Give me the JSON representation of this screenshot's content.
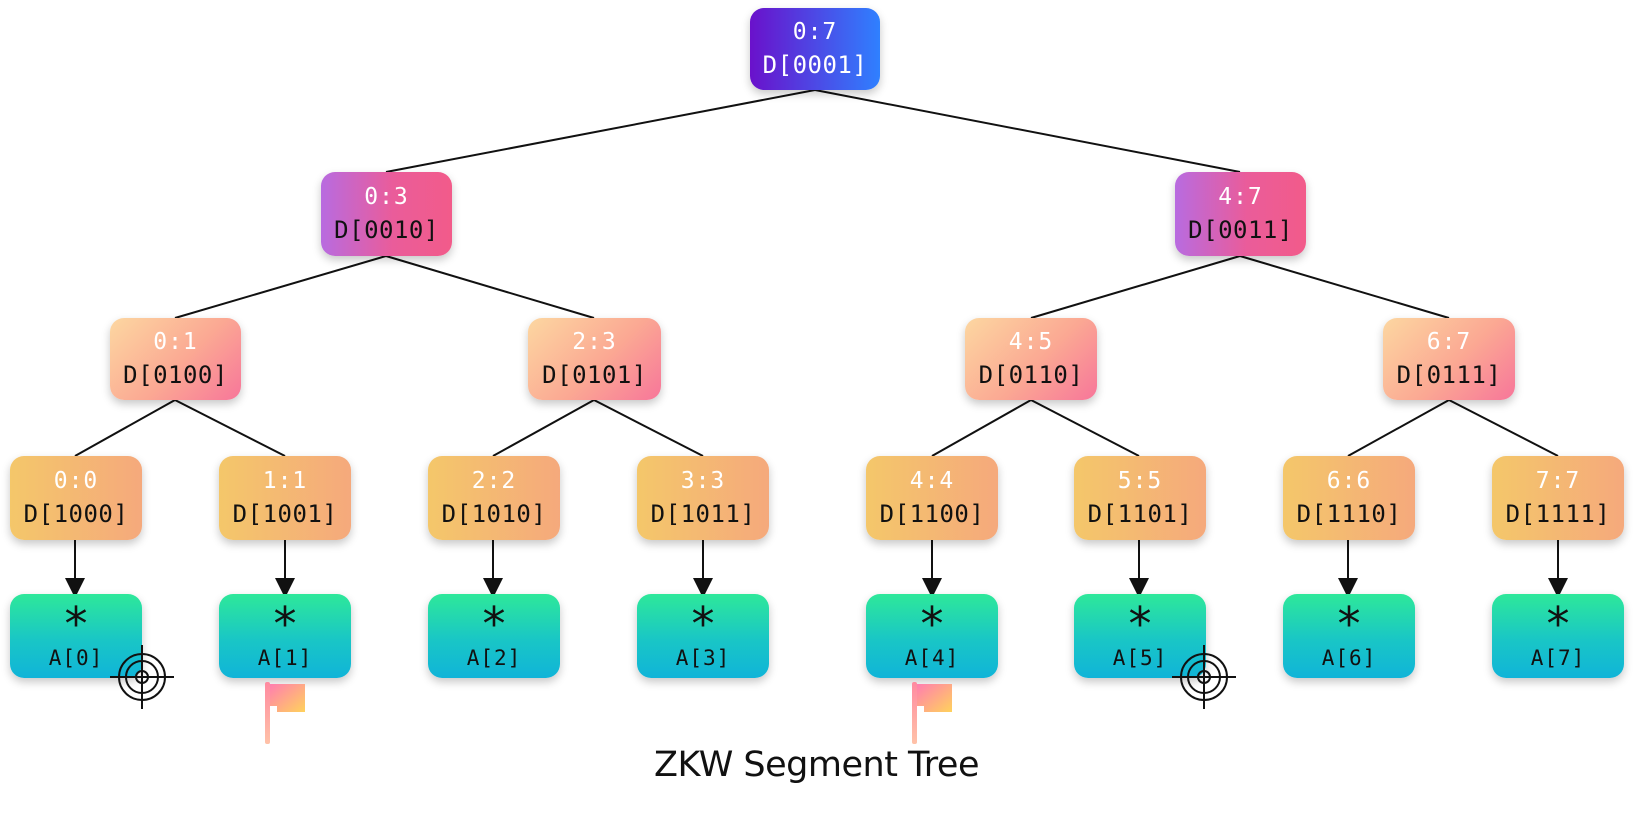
{
  "caption": "ZKW Segment Tree",
  "tree": {
    "root": {
      "range": "0:7",
      "d": "D[0001]"
    },
    "level1": [
      {
        "range": "0:3",
        "d": "D[0010]"
      },
      {
        "range": "4:7",
        "d": "D[0011]"
      }
    ],
    "level2": [
      {
        "range": "0:1",
        "d": "D[0100]"
      },
      {
        "range": "2:3",
        "d": "D[0101]"
      },
      {
        "range": "4:5",
        "d": "D[0110]"
      },
      {
        "range": "6:7",
        "d": "D[0111]"
      }
    ],
    "level3": [
      {
        "range": "0:0",
        "d": "D[1000]"
      },
      {
        "range": "1:1",
        "d": "D[1001]"
      },
      {
        "range": "2:2",
        "d": "D[1010]"
      },
      {
        "range": "3:3",
        "d": "D[1011]"
      },
      {
        "range": "4:4",
        "d": "D[1100]"
      },
      {
        "range": "5:5",
        "d": "D[1101]"
      },
      {
        "range": "6:6",
        "d": "D[1110]"
      },
      {
        "range": "7:7",
        "d": "D[1111]"
      }
    ],
    "leaves": [
      {
        "symbol": "*",
        "label": "A[0]"
      },
      {
        "symbol": "*",
        "label": "A[1]"
      },
      {
        "symbol": "*",
        "label": "A[2]"
      },
      {
        "symbol": "*",
        "label": "A[3]"
      },
      {
        "symbol": "*",
        "label": "A[4]"
      },
      {
        "symbol": "*",
        "label": "A[5]"
      },
      {
        "symbol": "*",
        "label": "A[6]"
      },
      {
        "symbol": "*",
        "label": "A[7]"
      }
    ]
  },
  "markers": {
    "target_leaves": [
      "A[0]",
      "A[5]"
    ],
    "flag_leaves": [
      "A[1]",
      "A[4]"
    ],
    "target_icon": "crosshair-target-icon",
    "flag_icon": "flag-icon"
  },
  "colors": {
    "root_gradient": [
      "#6a11cb",
      "#2f80ff"
    ],
    "level1_gradient": [
      "#b86be0",
      "#f25b8a"
    ],
    "level2_gradient": [
      "#fcd7a1",
      "#f7769a"
    ],
    "level3_gradient": [
      "#f4c76a",
      "#f5a97c"
    ],
    "leaf_gradient": [
      "#2ee89a",
      "#10b4d8"
    ],
    "edge": "#111111"
  }
}
